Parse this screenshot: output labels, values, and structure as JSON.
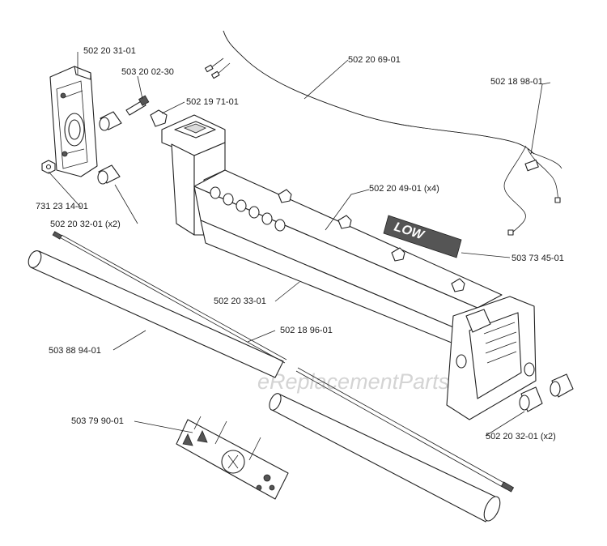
{
  "watermark": "eReplacementParts.com",
  "logo_text": "LOW",
  "labels": {
    "p_502203101": "502 20 31-01",
    "p_503200230": "503 20 02-30",
    "p_502197101": "502 19 71-01",
    "p_502206901": "502 20 69-01",
    "p_502189801": "502 18 98-01",
    "p_502204901": "502 20 49-01 (x4)",
    "p_731231401": "731 23 14-01",
    "p_502203201_left": "502 20 32-01 (x2)",
    "p_503734501": "503 73 45-01",
    "p_502203301": "502 20 33-01",
    "p_502189601": "502 18 96-01",
    "p_503889401": "503 88 94-01",
    "p_503799001": "503 79 90-01",
    "p_502203201_right": "502 20 32-01 (x2)"
  }
}
